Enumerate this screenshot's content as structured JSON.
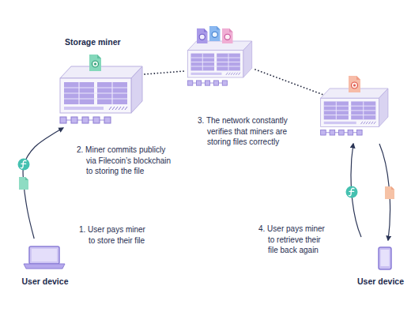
{
  "diagram": {
    "nodes": [
      {
        "text": [
          "Storage miner"
        ]
      },
      {
        "text": [
          "User device"
        ]
      },
      {
        "text": [
          "User device"
        ]
      }
    ],
    "edges": [
      {
        "from": 1,
        "to": 0,
        "arrow": "to"
      }
    ],
    "labels": [
      "1. User pays miner to store their file",
      "2. Miner commits publicly via Filecoin’s blockchain to storing the file",
      "3. The network constantly verifies that miners are storing files correctly",
      "4. User pays miner to retrieve their file back again"
    ]
  }
}
